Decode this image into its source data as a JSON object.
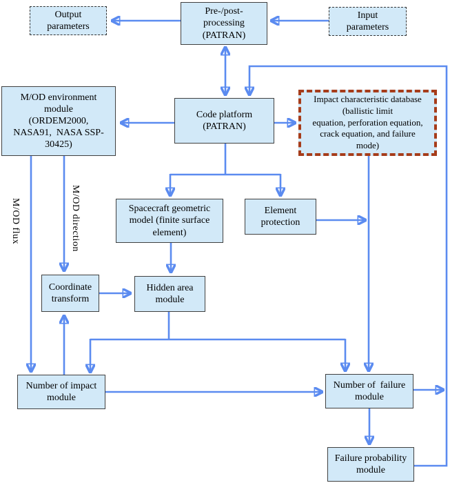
{
  "title": "M/OD impact risk assessment code flowchart",
  "colors": {
    "arrow": "#5b8bf0",
    "box_fill": "#d2e9f8",
    "box_border": "#3f3f3f",
    "db_border": "#a63c1a",
    "dashed_border": "#333333"
  },
  "nodes": {
    "output_parameters": "Output\nparameters",
    "pre_post_processing": "Pre-/post-\nprocessing\n(PATRAN)",
    "input_parameters": "Input\nparameters",
    "mod_environment": "M/OD environment\nmodule\n(ORDEM2000,\nNASA91,  NASA SSP-\n30425)",
    "code_platform": "Code platform\n(PATRAN)",
    "impact_database": "Impact characteristic database\n(ballistic limit\nequation, perforation equation,\ncrack equation, and failure\nmode)",
    "spacecraft_model": "Spacecraft geometric\nmodel (finite surface\nelement)",
    "element_protection": "Element\nprotection",
    "coordinate_transform": "Coordinate\ntransform",
    "hidden_area": "Hidden area\nmodule",
    "number_of_impact": "Number of impact\nmodule",
    "number_of_failure": "Number of  failure\nmodule",
    "failure_probability": "Failure probability\nmodule"
  },
  "edge_labels": {
    "mod_flux": "M/OD flux",
    "mod_direction": "M/OD direction"
  }
}
